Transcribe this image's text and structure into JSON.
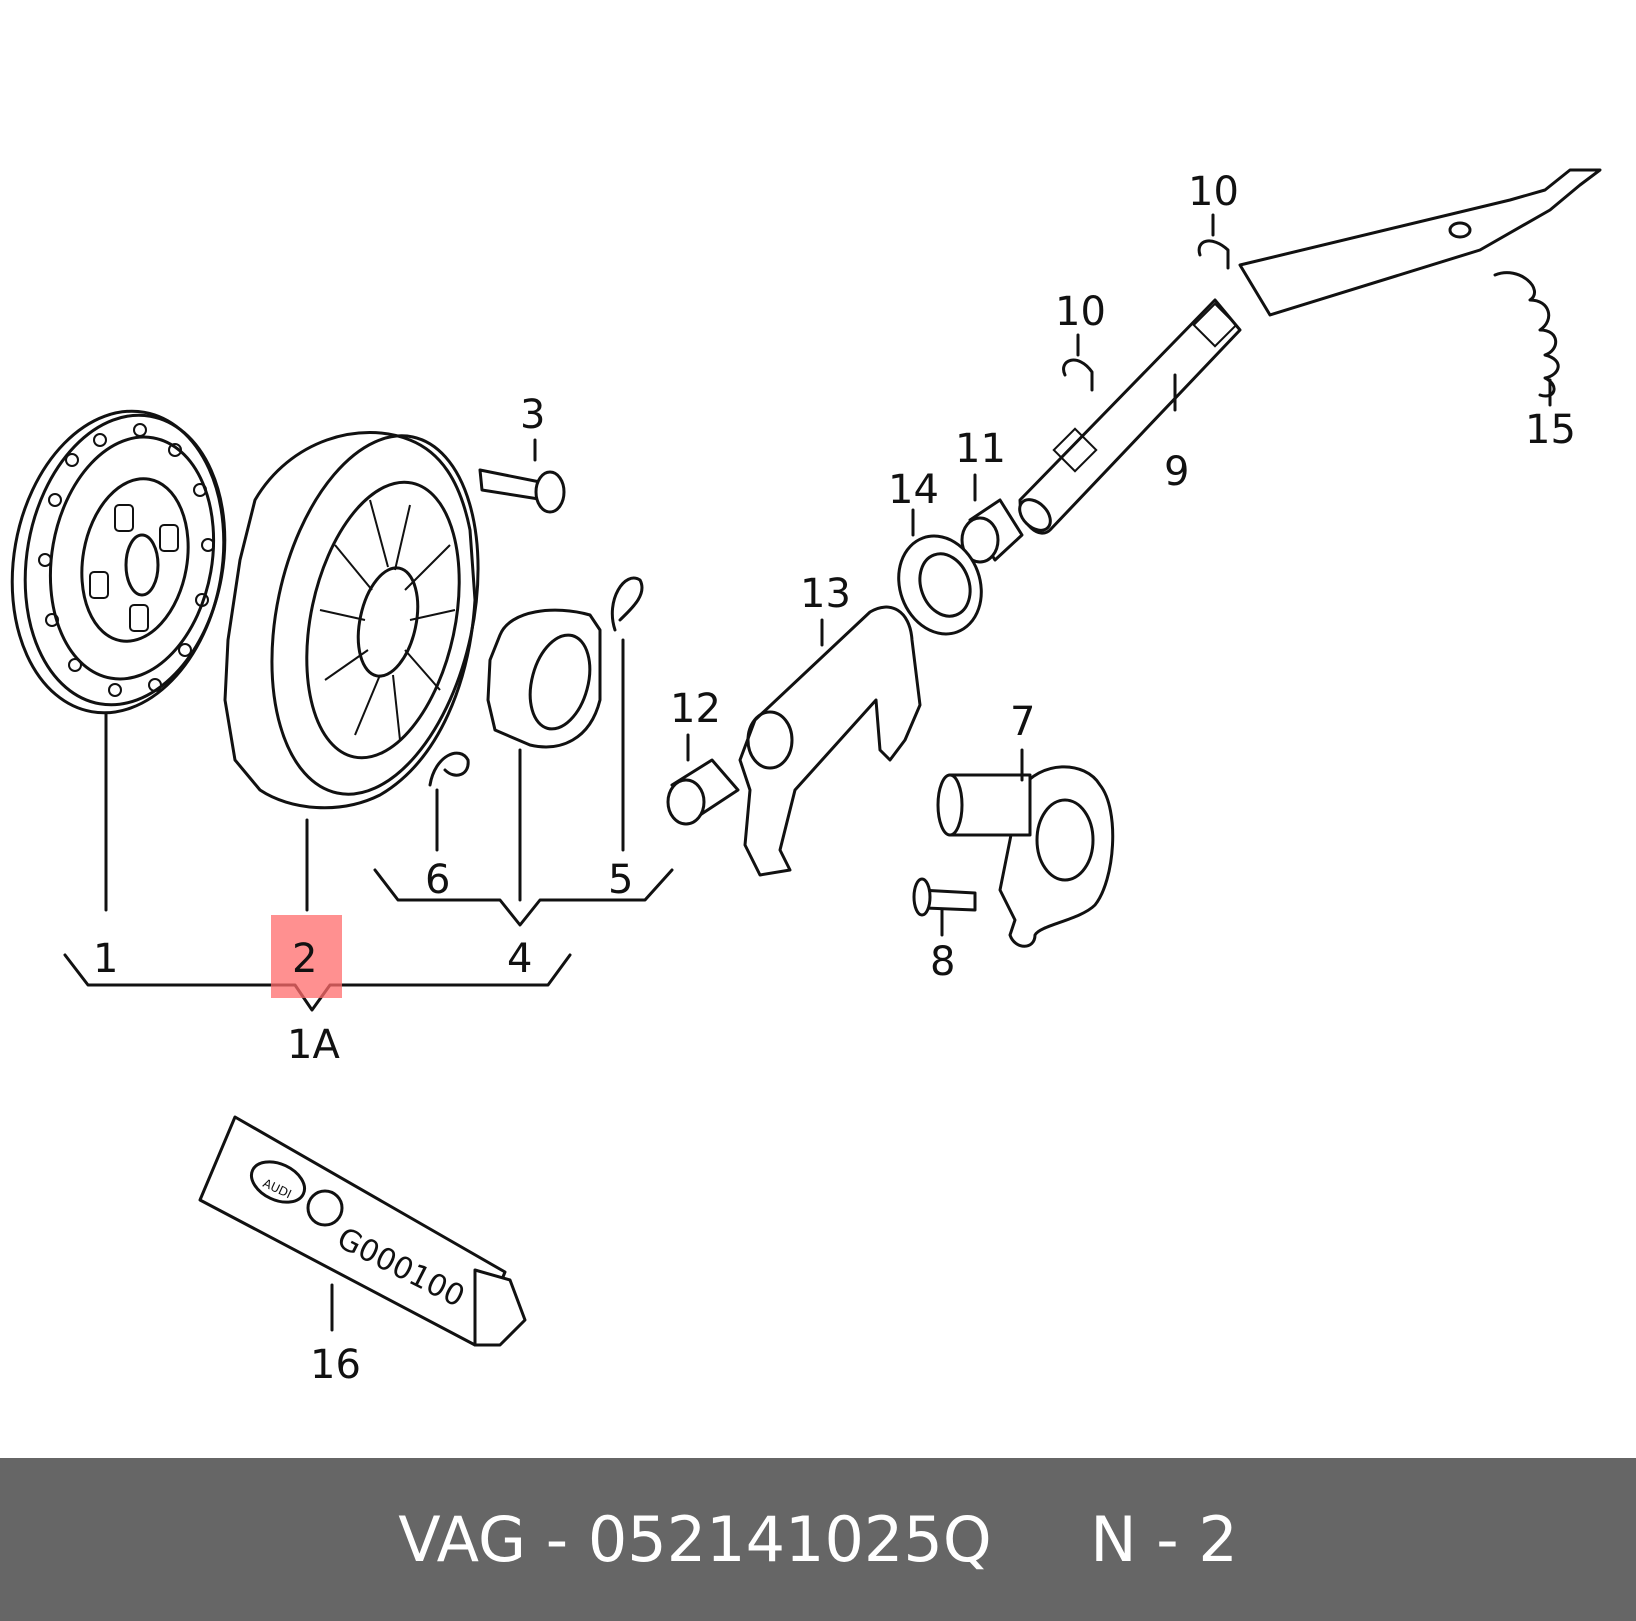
{
  "diagram": {
    "callouts": {
      "c1": "1",
      "c1a": "1A",
      "c2": "2",
      "c3": "3",
      "c4": "4",
      "c5": "5",
      "c6": "6",
      "c7": "7",
      "c8": "8",
      "c9": "9",
      "c10a": "10",
      "c10b": "10",
      "c11": "11",
      "c12": "12",
      "c13": "13",
      "c14": "14",
      "c15": "15",
      "c16": "16"
    },
    "tube_label": "G000100",
    "logo_text": "AUDI",
    "highlight_color": "#ff6b6b"
  },
  "footer": {
    "brand": "VAG",
    "separator": " - ",
    "part_number": "052141025Q",
    "gap": "     ",
    "position": "N - 2"
  }
}
